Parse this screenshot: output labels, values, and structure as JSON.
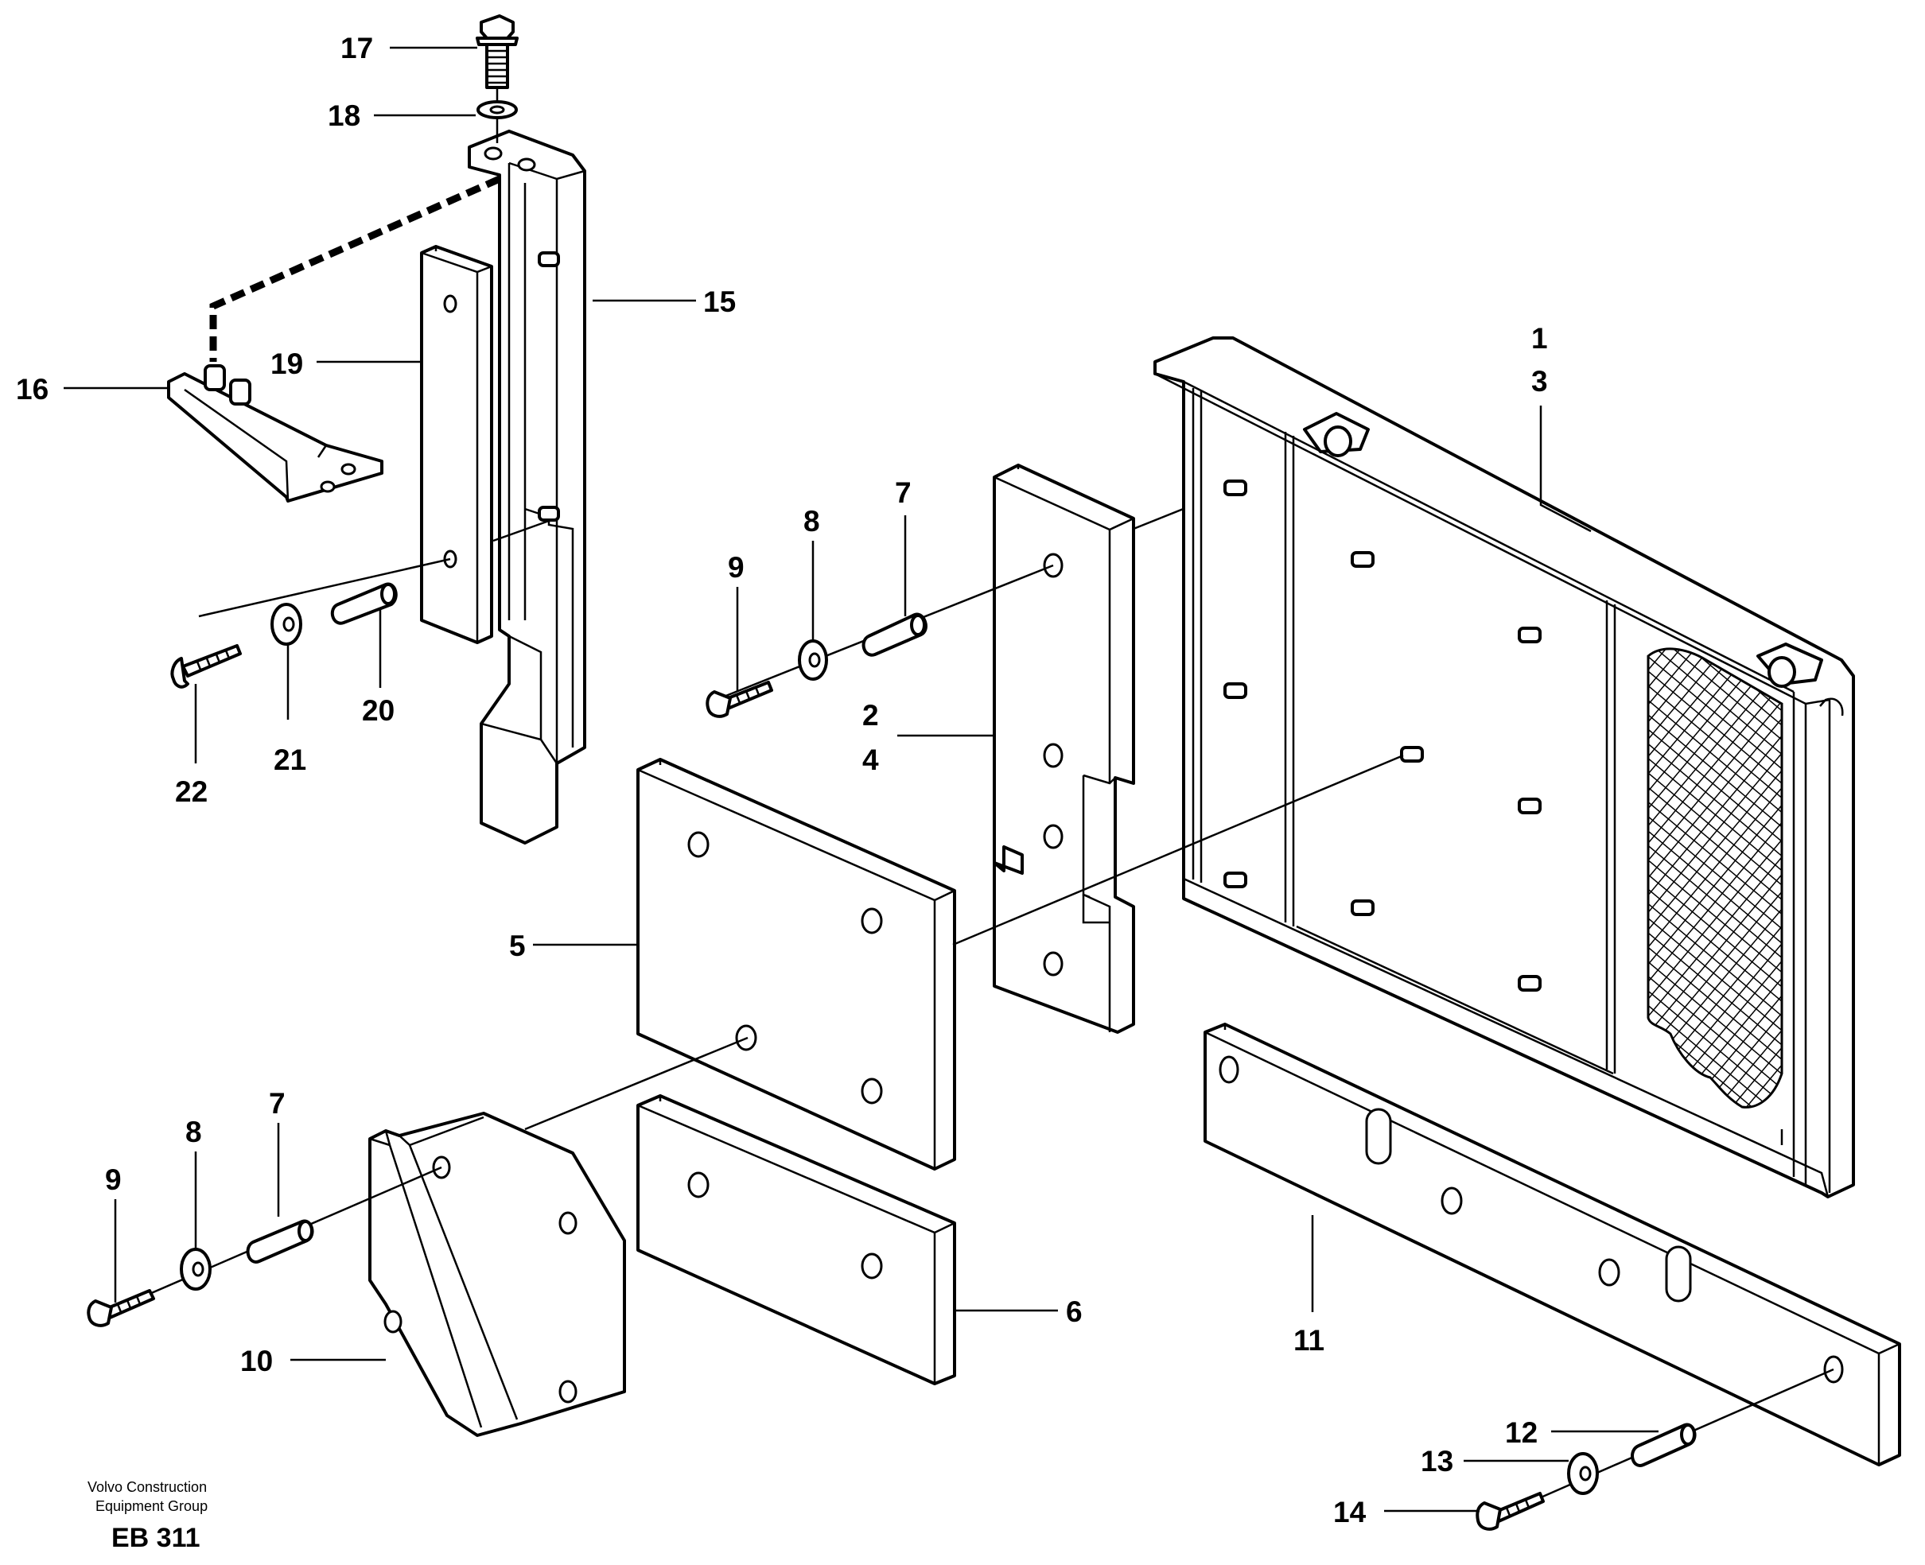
{
  "labels": {
    "l1": "1",
    "l3": "3",
    "l2": "2",
    "l4": "4",
    "l5": "5",
    "l6": "6",
    "l7a": "7",
    "l7b": "7",
    "l8a": "8",
    "l8b": "8",
    "l9a": "9",
    "l9b": "9",
    "l10": "10",
    "l11": "11",
    "l12": "12",
    "l13": "13",
    "l14": "14",
    "l15": "15",
    "l16": "16",
    "l17": "17",
    "l18": "18",
    "l19": "19",
    "l20": "20",
    "l21": "21",
    "l22": "22"
  },
  "footer": {
    "company_line1": "Volvo Construction",
    "company_line2": "Equipment Group",
    "code": "EB 311"
  }
}
